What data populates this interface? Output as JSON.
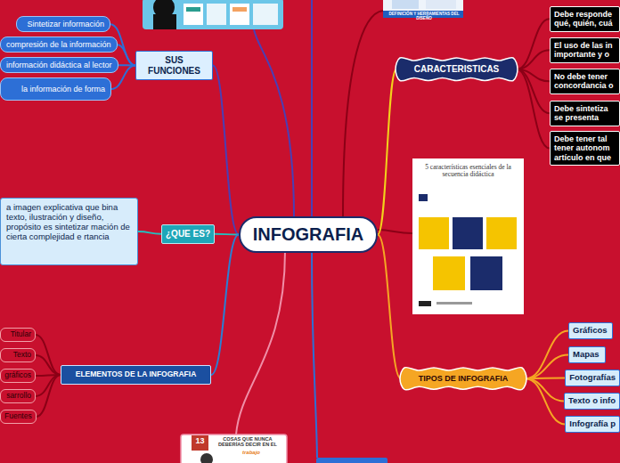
{
  "diagram": {
    "nodes": [
      {
        "text": [
          "SUS FUNCIONES"
        ]
      },
      {
        "text": [
          "Sintetizar información"
        ]
      },
      {
        "text": [
          "compresión de la información"
        ]
      },
      {
        "text": [
          "información didáctica al lector"
        ]
      },
      {
        "text": [
          "la información de forma"
        ]
      },
      {
        "text": [
          "CARACTERISTICAS"
        ]
      },
      {
        "text": [
          "Debe responde qué, quién, cuá"
        ]
      },
      {
        "text": [
          "El uso de las in importante y o"
        ]
      },
      {
        "text": [
          "No debe tener concordancia o"
        ]
      },
      {
        "text": [
          "Debe sintetiza se presenta"
        ]
      },
      {
        "text": [
          "Debe tener tal tener autonom artículo en que"
        ]
      },
      {
        "text": [
          "¿QUE ES?"
        ]
      },
      {
        "text": [
          "a imagen explicativa que bina texto, ilustración y diseño, propósito es sintetizar mación de cierta complejidad e rtancia"
        ]
      },
      {
        "text": [
          "INFOGRAFIA"
        ]
      },
      {
        "text": [
          "ELEMENTOS DE LA INFOGRAFIA"
        ]
      },
      {
        "text": [
          "Titular"
        ]
      },
      {
        "text": [
          "Texto"
        ]
      },
      {
        "text": [
          "gráficos"
        ]
      },
      {
        "text": [
          "sarrollo"
        ]
      },
      {
        "text": [
          "Fuentes"
        ]
      },
      {
        "text": [
          "TIPOS DE INFOGRAFIA"
        ]
      },
      {
        "text": [
          "Gráficos"
        ]
      },
      {
        "text": [
          "Mapas"
        ]
      },
      {
        "text": [
          "Fotografías"
        ]
      },
      {
        "text": [
          "Texto o info"
        ]
      },
      {
        "text": [
          "Infografía p"
        ]
      }
    ],
    "edges": [
      {
        "from": 13,
        "to": 0,
        "arrow": "none"
      },
      {
        "from": 0,
        "to": 1,
        "arrow": "none"
      },
      {
        "from": 0,
        "to": 2,
        "arrow": "none"
      },
      {
        "from": 0,
        "to": 3,
        "arrow": "none"
      },
      {
        "from": 0,
        "to": 4,
        "arrow": "none"
      },
      {
        "from": 13,
        "to": 5,
        "arrow": "none"
      },
      {
        "from": 5,
        "to": 6,
        "arrow": "none"
      },
      {
        "from": 5,
        "to": 7,
        "arrow": "none"
      },
      {
        "from": 5,
        "to": 8,
        "arrow": "none"
      },
      {
        "from": 5,
        "to": 9,
        "arrow": "none"
      },
      {
        "from": 5,
        "to": 10,
        "arrow": "none"
      },
      {
        "from": 13,
        "to": 11,
        "arrow": "none"
      },
      {
        "from": 11,
        "to": 12,
        "arrow": "none"
      },
      {
        "from": 13,
        "to": 14,
        "arrow": "none"
      },
      {
        "from": 14,
        "to": 15,
        "arrow": "none"
      },
      {
        "from": 14,
        "to": 16,
        "arrow": "none"
      },
      {
        "from": 14,
        "to": 17,
        "arrow": "none"
      },
      {
        "from": 14,
        "to": 18,
        "arrow": "none"
      },
      {
        "from": 14,
        "to": 19,
        "arrow": "none"
      },
      {
        "from": 13,
        "to": 20,
        "arrow": "none"
      },
      {
        "from": 20,
        "to": 21,
        "arrow": "none"
      },
      {
        "from": 20,
        "to": 22,
        "arrow": "none"
      },
      {
        "from": 20,
        "to": 23,
        "arrow": "none"
      },
      {
        "from": 20,
        "to": 24,
        "arrow": "none"
      },
      {
        "from": 20,
        "to": 25,
        "arrow": "none"
      }
    ],
    "labels": [
      "DEFINICIÓN Y HERRAMIENTAS DEL DISEÑO",
      "5 características esenciales de la secuencia didáctica",
      "13",
      "COSAS QUE NUNCA DEBERÍAS DECIR EN EL",
      "trabajo"
    ]
  }
}
